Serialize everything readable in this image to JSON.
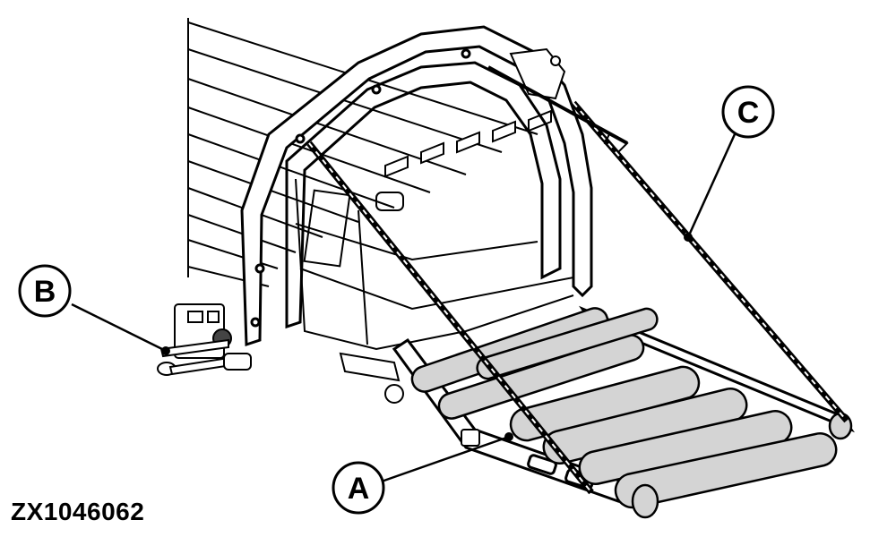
{
  "figure_id": "ZX1046062",
  "callouts": [
    {
      "id": "a",
      "label": "A"
    },
    {
      "id": "b",
      "label": "B"
    },
    {
      "id": "c",
      "label": "C"
    }
  ],
  "colors": {
    "line": "#000000",
    "roller": "#d4d4d4",
    "background": "#ffffff"
  }
}
